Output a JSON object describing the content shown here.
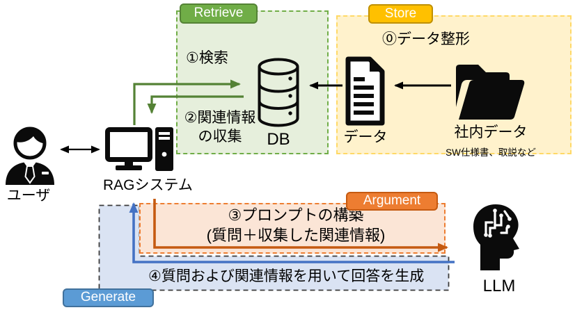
{
  "colors": {
    "green-accent": "#70ad47",
    "green-dark": "#548235",
    "green-box-fill": "#e6efdc",
    "gold-accent": "#ffc000",
    "gold-dark": "#bf9000",
    "gold-border": "#ffd966",
    "gold-box-fill": "#fff2cc",
    "orange-accent": "#ed7d31",
    "orange-dark": "#c55a11",
    "orange-box-fill": "#fbe5d6",
    "blue-accent": "#5b9bd5",
    "blue-dark": "#41719c",
    "blue-arrow": "#4472c4",
    "blue-box-fill": "#dae3f3",
    "dash-dark": "#3a3a3a",
    "ink": "#000000"
  },
  "stages": {
    "retrieve": "Retrieve",
    "store": "Store",
    "argument": "Argument",
    "generate": "Generate"
  },
  "retrieve_box": {
    "step1": "①検索",
    "step2_line1": "②関連情報",
    "step2_line2": "の収集",
    "db_label": "DB"
  },
  "store_box": {
    "step0": "⓪データ整形",
    "data_label": "データ",
    "source_label": "社内データ",
    "source_sub": "SW仕様書、取説など"
  },
  "actors": {
    "user": "ユーザ",
    "rag": "RAGシステム",
    "llm": "LLM"
  },
  "argument_box": {
    "step3_line1": "③プロンプトの構築",
    "step3_line2": "(質問＋収集した関連情報)"
  },
  "generate_box": {
    "step4": "④質問および関連情報を用いて回答を生成"
  }
}
